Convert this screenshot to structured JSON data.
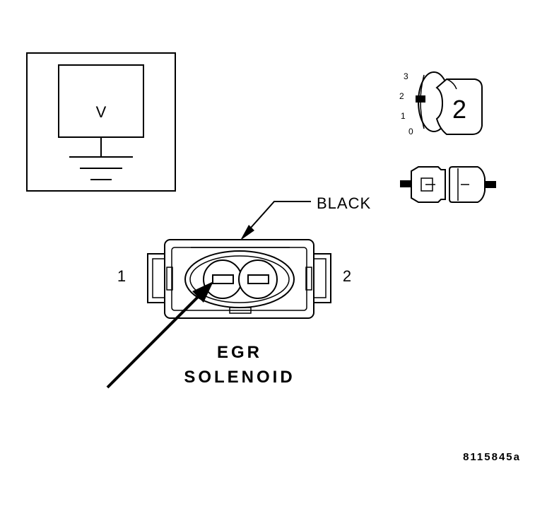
{
  "meter": {
    "symbol": "V"
  },
  "selector": {
    "positions": [
      "3",
      "2",
      "1",
      "0"
    ],
    "selected": "2"
  },
  "wire": {
    "color_label": "BLACK"
  },
  "connector": {
    "pin_left": "1",
    "pin_right": "2",
    "title_line1": "EGR",
    "title_line2": "SOLENOID"
  },
  "figure_code": "8115845a"
}
